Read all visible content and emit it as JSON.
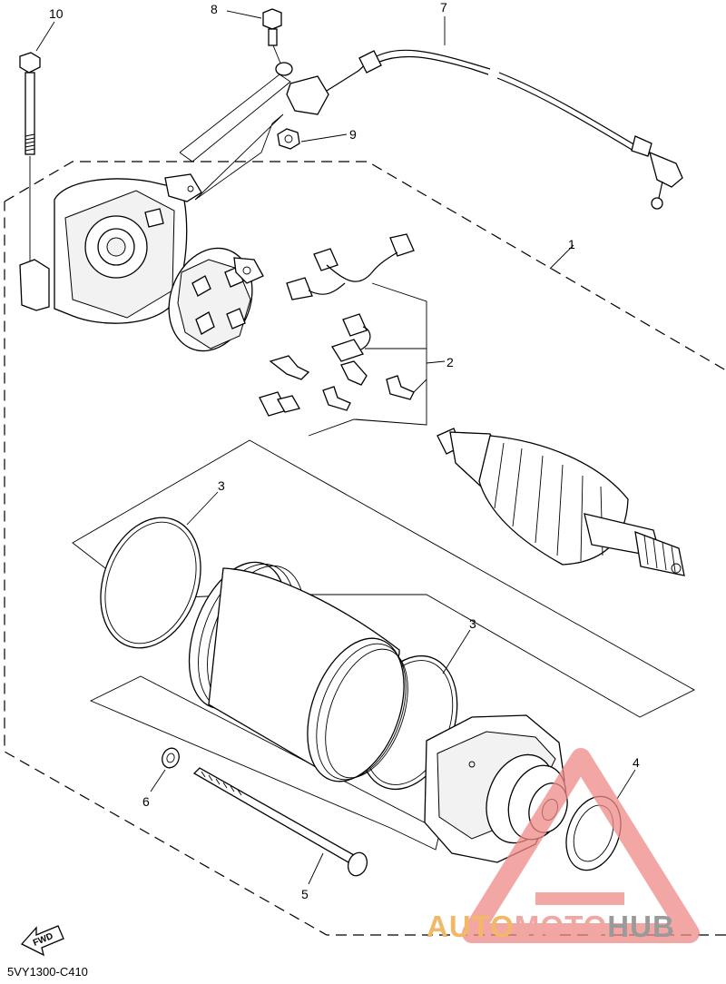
{
  "diagram": {
    "callouts": {
      "c1": "1",
      "c2": "2",
      "c3a": "3",
      "c3b": "3",
      "c4": "4",
      "c5": "5",
      "c6": "6",
      "c7": "7",
      "c8": "8",
      "c9": "9",
      "c10": "10"
    },
    "fwd_label": "FWD",
    "diagram_code": "5VY1300-C410"
  },
  "watermark": {
    "part_a": "AUTO",
    "part_b": "MOTO",
    "part_c": "HUB",
    "colors": {
      "auto": "#f3b867",
      "moto": "#f0a7a2",
      "hub": "#9a9a9a",
      "triangle": "#ee8a86"
    }
  }
}
